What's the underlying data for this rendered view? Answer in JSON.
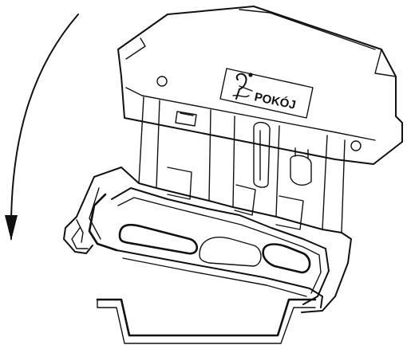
{
  "brand": {
    "name": "POKÓJ",
    "logo": "pokoj-emblem"
  },
  "colors": {
    "line": "#111111",
    "background": "#ffffff"
  },
  "icons": {
    "mounting_direction": "curved-arrow-icon",
    "rail": "din-rail"
  }
}
